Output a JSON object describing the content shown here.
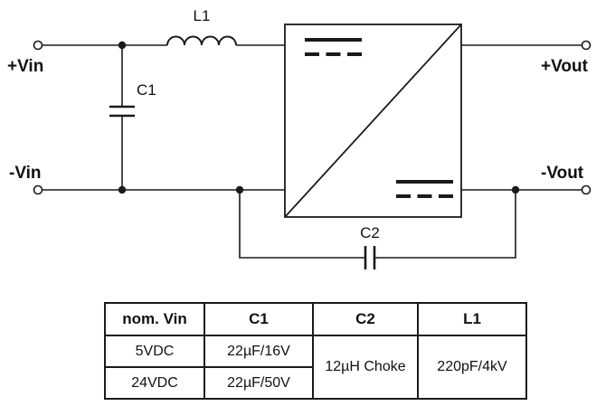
{
  "schematic": {
    "labels": {
      "vin_pos": "+Vin",
      "vin_neg": "-Vin",
      "vout_pos": "+Vout",
      "vout_neg": "-Vout",
      "l1": "L1",
      "c1": "C1",
      "c2": "C2"
    }
  },
  "table": {
    "headers": [
      "nom. Vin",
      "C1",
      "C2",
      "L1"
    ],
    "rows": [
      [
        "5VDC",
        "22µF/16V"
      ],
      [
        "24VDC",
        "22µF/50V"
      ]
    ],
    "merged": {
      "c2_value": "12µH Choke",
      "l1_value": "220pF/4kV"
    }
  },
  "colors": {
    "line": "#1a1a1a",
    "background": "#ffffff"
  }
}
